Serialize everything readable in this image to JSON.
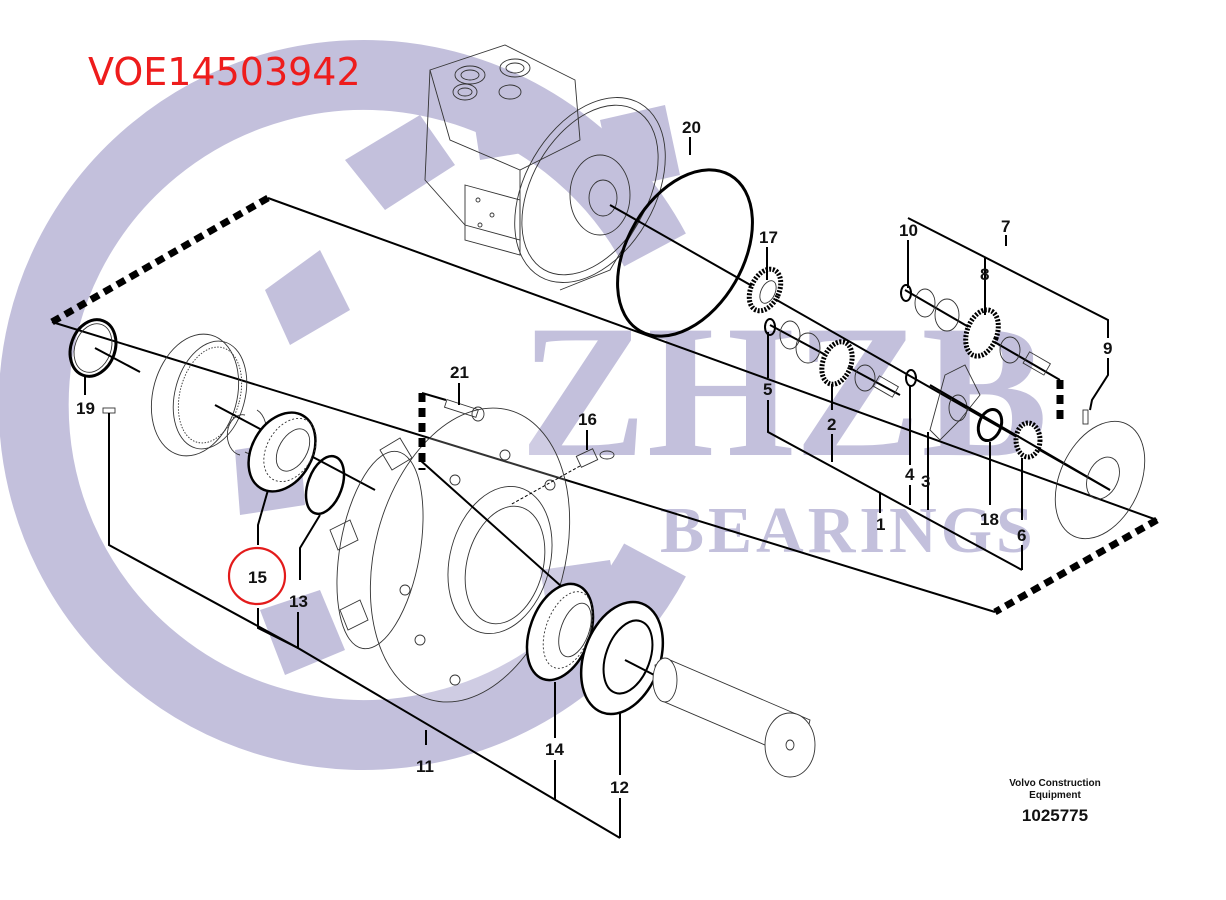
{
  "header": {
    "part_number": "VOE14503942"
  },
  "watermark": {
    "letters": "ZHZB",
    "subtitle": "BEARINGS",
    "color": "#c3c0dc"
  },
  "highlight": {
    "callout": "15",
    "circle_color": "#e31b1b"
  },
  "callouts": [
    {
      "id": "1",
      "label": "1"
    },
    {
      "id": "2",
      "label": "2"
    },
    {
      "id": "3",
      "label": "3"
    },
    {
      "id": "4",
      "label": "4"
    },
    {
      "id": "5",
      "label": "5"
    },
    {
      "id": "6",
      "label": "6"
    },
    {
      "id": "7",
      "label": "7"
    },
    {
      "id": "8",
      "label": "8"
    },
    {
      "id": "9",
      "label": "9"
    },
    {
      "id": "10",
      "label": "10"
    },
    {
      "id": "11",
      "label": "11"
    },
    {
      "id": "12",
      "label": "12"
    },
    {
      "id": "13",
      "label": "13"
    },
    {
      "id": "14",
      "label": "14"
    },
    {
      "id": "15",
      "label": "15"
    },
    {
      "id": "16",
      "label": "16"
    },
    {
      "id": "17",
      "label": "17"
    },
    {
      "id": "18",
      "label": "18"
    },
    {
      "id": "19",
      "label": "19"
    },
    {
      "id": "20",
      "label": "20"
    },
    {
      "id": "21",
      "label": "21"
    }
  ],
  "footer": {
    "company_line1": "Volvo Construction",
    "company_line2": "Equipment",
    "drawing_number": "1025775"
  }
}
